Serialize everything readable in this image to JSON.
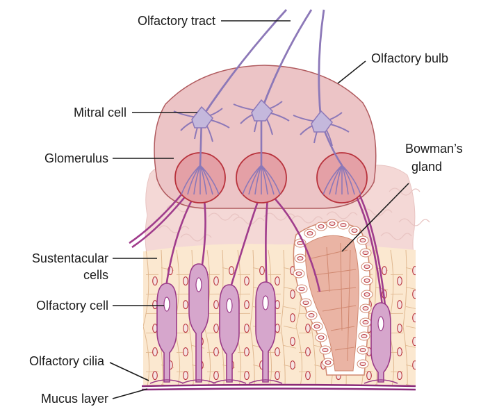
{
  "labels": {
    "olfactory_tract": "Olfactory tract",
    "olfactory_bulb": "Olfactory bulb",
    "mitral_cell": "Mitral cell",
    "glomerulus": "Glomerulus",
    "bowmans_gland_line1": "Bowman’s",
    "bowmans_gland_line2": "gland",
    "sustentacular_line1": "Sustentacular",
    "sustentacular_line2": "cells",
    "olfactory_cell": "Olfactory cell",
    "olfactory_cilia": "Olfactory cilia",
    "mucus_layer": "Mucus layer"
  },
  "colors": {
    "bulb_fill": "#ecc4c6",
    "bulb_stroke": "#b05a5e",
    "glomerulus_fill": "#e4a0a6",
    "glomerulus_stroke": "#b8323c",
    "mitral_neuron": "#8c78b8",
    "mitral_body": "#c4b8dc",
    "bone_fill": "#f4d8d6",
    "bone_stroke": "#e8c4c2",
    "epithelium_fill": "#fbe8d0",
    "epithelium_stroke": "#e0b890",
    "olfactory_cell_fill": "#d6a6cc",
    "olfactory_cell_stroke": "#9a3a88",
    "axon": "#a03c8c",
    "nucleus_fill": "#f6e4e2",
    "nucleus_stroke": "#b8323c",
    "gland_fill": "#eab4a4",
    "gland_stroke": "#d08870",
    "mucus": "#8a2a7a"
  }
}
